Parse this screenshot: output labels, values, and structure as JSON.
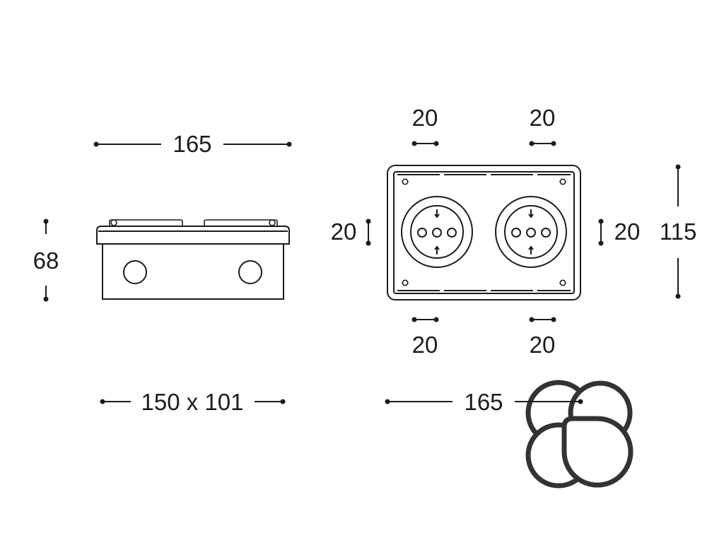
{
  "side_view": {
    "width_label": "165",
    "height_label": "68",
    "base_label": "150 x 101"
  },
  "front_view": {
    "spacing_top_left": "20",
    "spacing_top_right": "20",
    "spacing_bottom_left": "20",
    "spacing_bottom_right": "20",
    "spacing_left": "20",
    "spacing_right": "20",
    "height_label": "115",
    "width_label": "165"
  },
  "colors": {
    "line": "#1c1c1c",
    "logo": "#333333",
    "background": "#ffffff"
  },
  "logo": {
    "icon": "overlapping-circles-logo-icon"
  }
}
